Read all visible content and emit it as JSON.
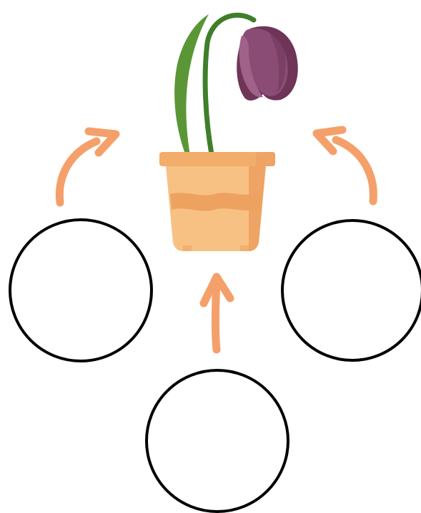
{
  "colors": {
    "background": "#ffffff",
    "circle_stroke": "#000000",
    "arrow": "#f5a06a",
    "pot_rim": "#f2ad6a",
    "pot_body": "#f7c183",
    "pot_band": "#eea260",
    "pot_shadow": "#eea464",
    "stem": "#3f7f2a",
    "leaf": "#5a9636",
    "petal_main": "#8a4c74",
    "petal_dark": "#6e3558",
    "petal_light": "#a06288"
  },
  "icons": {
    "plant": "wilted-tulip-in-pot-icon",
    "arrow": "curved-arrow-icon"
  },
  "circles": [
    {
      "name": "left-empty-circle"
    },
    {
      "name": "right-empty-circle"
    },
    {
      "name": "bottom-empty-circle"
    }
  ]
}
